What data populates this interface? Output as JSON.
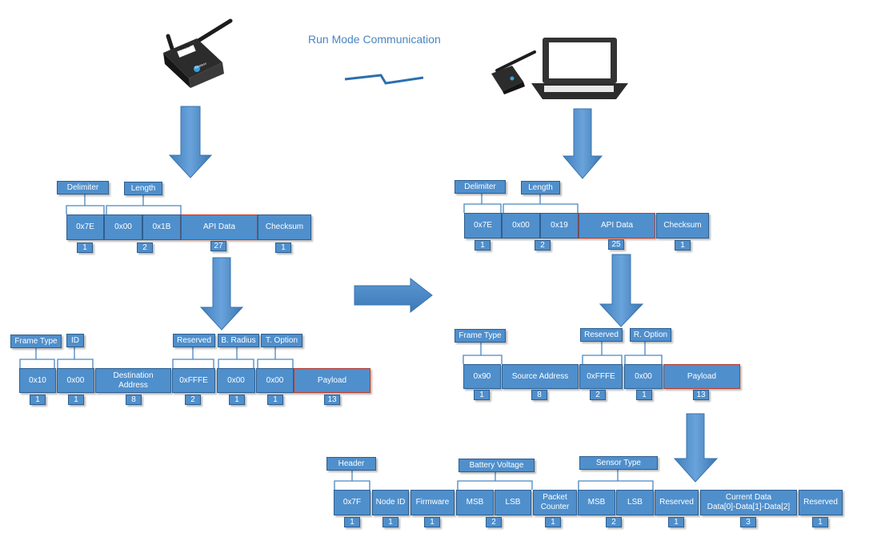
{
  "title": "Run Mode Communication",
  "colors": {
    "box": "#4f8fcc",
    "box_border": "#2f5f90",
    "highlight": "#c0392b",
    "title": "#4a86c0"
  },
  "icons": [
    "sensor-device-icon",
    "laptop-icon",
    "usb-gateway-icon",
    "lightning-link-icon",
    "down-arrow-icon",
    "right-arrow-icon"
  ],
  "sensor_logo": {
    "brand": "NCD",
    "model": "Wireless"
  },
  "left_frame": {
    "tags": [
      "Delimiter",
      "Length"
    ],
    "cells": [
      "0x7E",
      "0x00",
      "0x1B",
      "API Data",
      "Checksum"
    ],
    "counts": [
      "1",
      "2",
      "27",
      "1"
    ]
  },
  "left_api": {
    "tags": [
      "Frame Type",
      "ID",
      "Reserved",
      "B. Radius",
      "T. Option"
    ],
    "cells": [
      "0x10",
      "0x00",
      "Destination\nAddress",
      "0xFFFE",
      "0x00",
      "0x00",
      "Payload"
    ],
    "counts": [
      "1",
      "1",
      "8",
      "2",
      "1",
      "1",
      "13"
    ]
  },
  "right_frame": {
    "tags": [
      "Delimiter",
      "Length"
    ],
    "cells": [
      "0x7E",
      "0x00",
      "0x19",
      "API Data",
      "Checksum"
    ],
    "counts": [
      "1",
      "2",
      "25",
      "1"
    ]
  },
  "right_api": {
    "tags": [
      "Frame Type",
      "Reserved",
      "R. Option"
    ],
    "cells": [
      "0x90",
      "Source Address",
      "0xFFFE",
      "0x00",
      "Payload"
    ],
    "counts": [
      "1",
      "8",
      "2",
      "1",
      "13"
    ]
  },
  "payload": {
    "tags": [
      "Header",
      "Battery Voltage",
      "Sensor Type"
    ],
    "cells": [
      "0x7F",
      "Node ID",
      "Firmware",
      "MSB",
      "LSB",
      "Packet\nCounter",
      "MSB",
      "LSB",
      "Reserved",
      "Current Data\nData[0]-Data[1]-Data[2]",
      "Reserved"
    ],
    "counts": [
      "1",
      "1",
      "1",
      "2",
      "1",
      "2",
      "1",
      "3",
      "1"
    ]
  }
}
